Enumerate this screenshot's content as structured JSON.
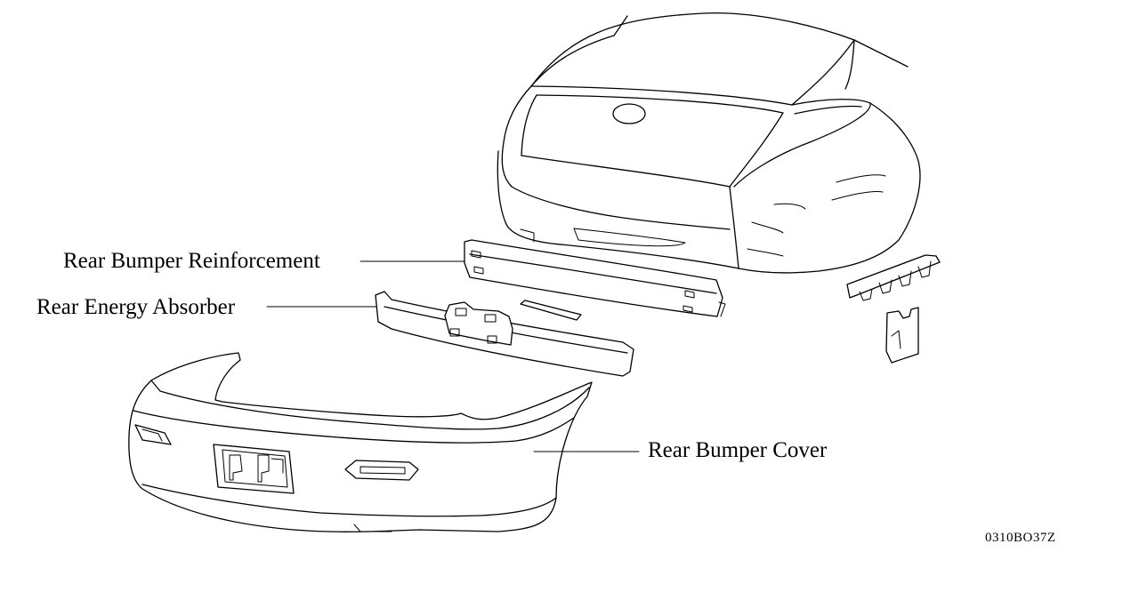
{
  "labels": {
    "reinforcement": "Rear Bumper Reinforcement",
    "absorber": "Rear Energy Absorber",
    "cover": "Rear Bumper Cover"
  },
  "figure_code": "0310BO37Z"
}
